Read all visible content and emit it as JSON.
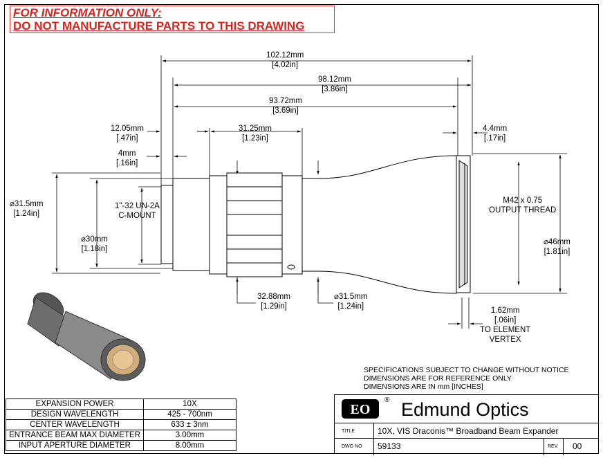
{
  "warning": {
    "line1": "FOR INFORMATION ONLY:",
    "line2": "DO NOT MANUFACTURE PARTS TO THIS DRAWING"
  },
  "dimensions": {
    "overall_length": {
      "mm": "102.12mm",
      "in": "[4.02in]"
    },
    "length_98": {
      "mm": "98.12mm",
      "in": "[3.86in]"
    },
    "length_93": {
      "mm": "93.72mm",
      "in": "[3.69in]"
    },
    "mount_12": {
      "mm": "12.05mm",
      "in": "[.47in]"
    },
    "mount_4": {
      "mm": "4mm",
      "in": "[.16in]"
    },
    "ring_31": {
      "mm": "31.25mm",
      "in": "[1.23in]"
    },
    "output_4_4": {
      "mm": "4.4mm",
      "in": "[.17in]"
    },
    "dia_31_5_left": {
      "mm": "⌀31.5mm",
      "in": "[1.24in]"
    },
    "dia_30": {
      "mm": "⌀30mm",
      "in": "[1.18in]"
    },
    "thread_input": {
      "line1": "1\"-32 UN-2A",
      "line2": "C-MOUNT"
    },
    "ring_32": {
      "mm": "32.88mm",
      "in": "[1.29in]"
    },
    "dia_31_5_right": {
      "mm": "⌀31.5mm",
      "in": "[1.24in]"
    },
    "thread_output": {
      "line1": "M42 x 0.75",
      "line2": "OUTPUT THREAD"
    },
    "dia_46": {
      "mm": "⌀46mm",
      "in": "[1.81in]"
    },
    "vertex": {
      "mm": "1.62mm",
      "in": "[.06in]",
      "note1": "TO ELEMENT",
      "note2": "VERTEX"
    }
  },
  "notes": [
    "SPECIFICATIONS SUBJECT TO CHANGE WITHOUT NOTICE",
    "DIMENSIONS ARE FOR REFERENCE ONLY",
    "DIMENSIONS ARE IN mm [INCHES]"
  ],
  "params": [
    {
      "label": "EXPANSION POWER",
      "value": "10X"
    },
    {
      "label": "DESIGN WAVELENGTH",
      "value": "425 - 700nm"
    },
    {
      "label": "CENTER WAVELENGTH",
      "value": "633 ± 3nm"
    },
    {
      "label": "ENTRANCE BEAM MAX DIAMETER",
      "value": "3.00mm"
    },
    {
      "label": "INPUT APERTURE DIAMETER",
      "value": "8.00mm"
    }
  ],
  "title_block": {
    "logo_text": "EO",
    "registered": "®",
    "brand": "Edmund Optics",
    "title_label": "TITLE",
    "title": "10X, VIS Draconis™ Broadband Beam Expander",
    "dwg_label": "DWG NO",
    "dwg_no": "59133",
    "rev_label": "REV",
    "rev": "00"
  }
}
